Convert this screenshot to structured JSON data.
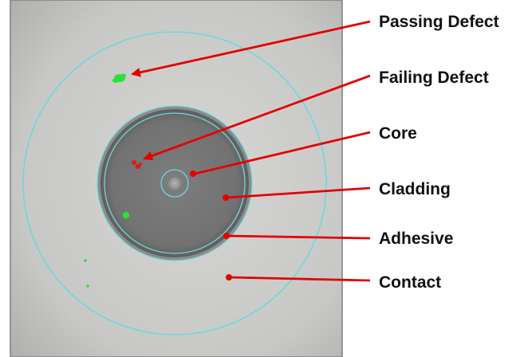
{
  "labels": {
    "passing_defect": "Passing Defect",
    "failing_defect": "Failing Defect",
    "core": "Core",
    "cladding": "Cladding",
    "adhesive": "Adhesive",
    "contact": "Contact"
  },
  "colors": {
    "background_gray": "#c9cac8",
    "fiber_dark": "#767676",
    "zone_ring": "#6fd7dc",
    "annotation_arrow": "#e50000",
    "passing_defect": "#28e238",
    "failing_defect": "#e11a1a",
    "frame": "#7f7f7f"
  }
}
